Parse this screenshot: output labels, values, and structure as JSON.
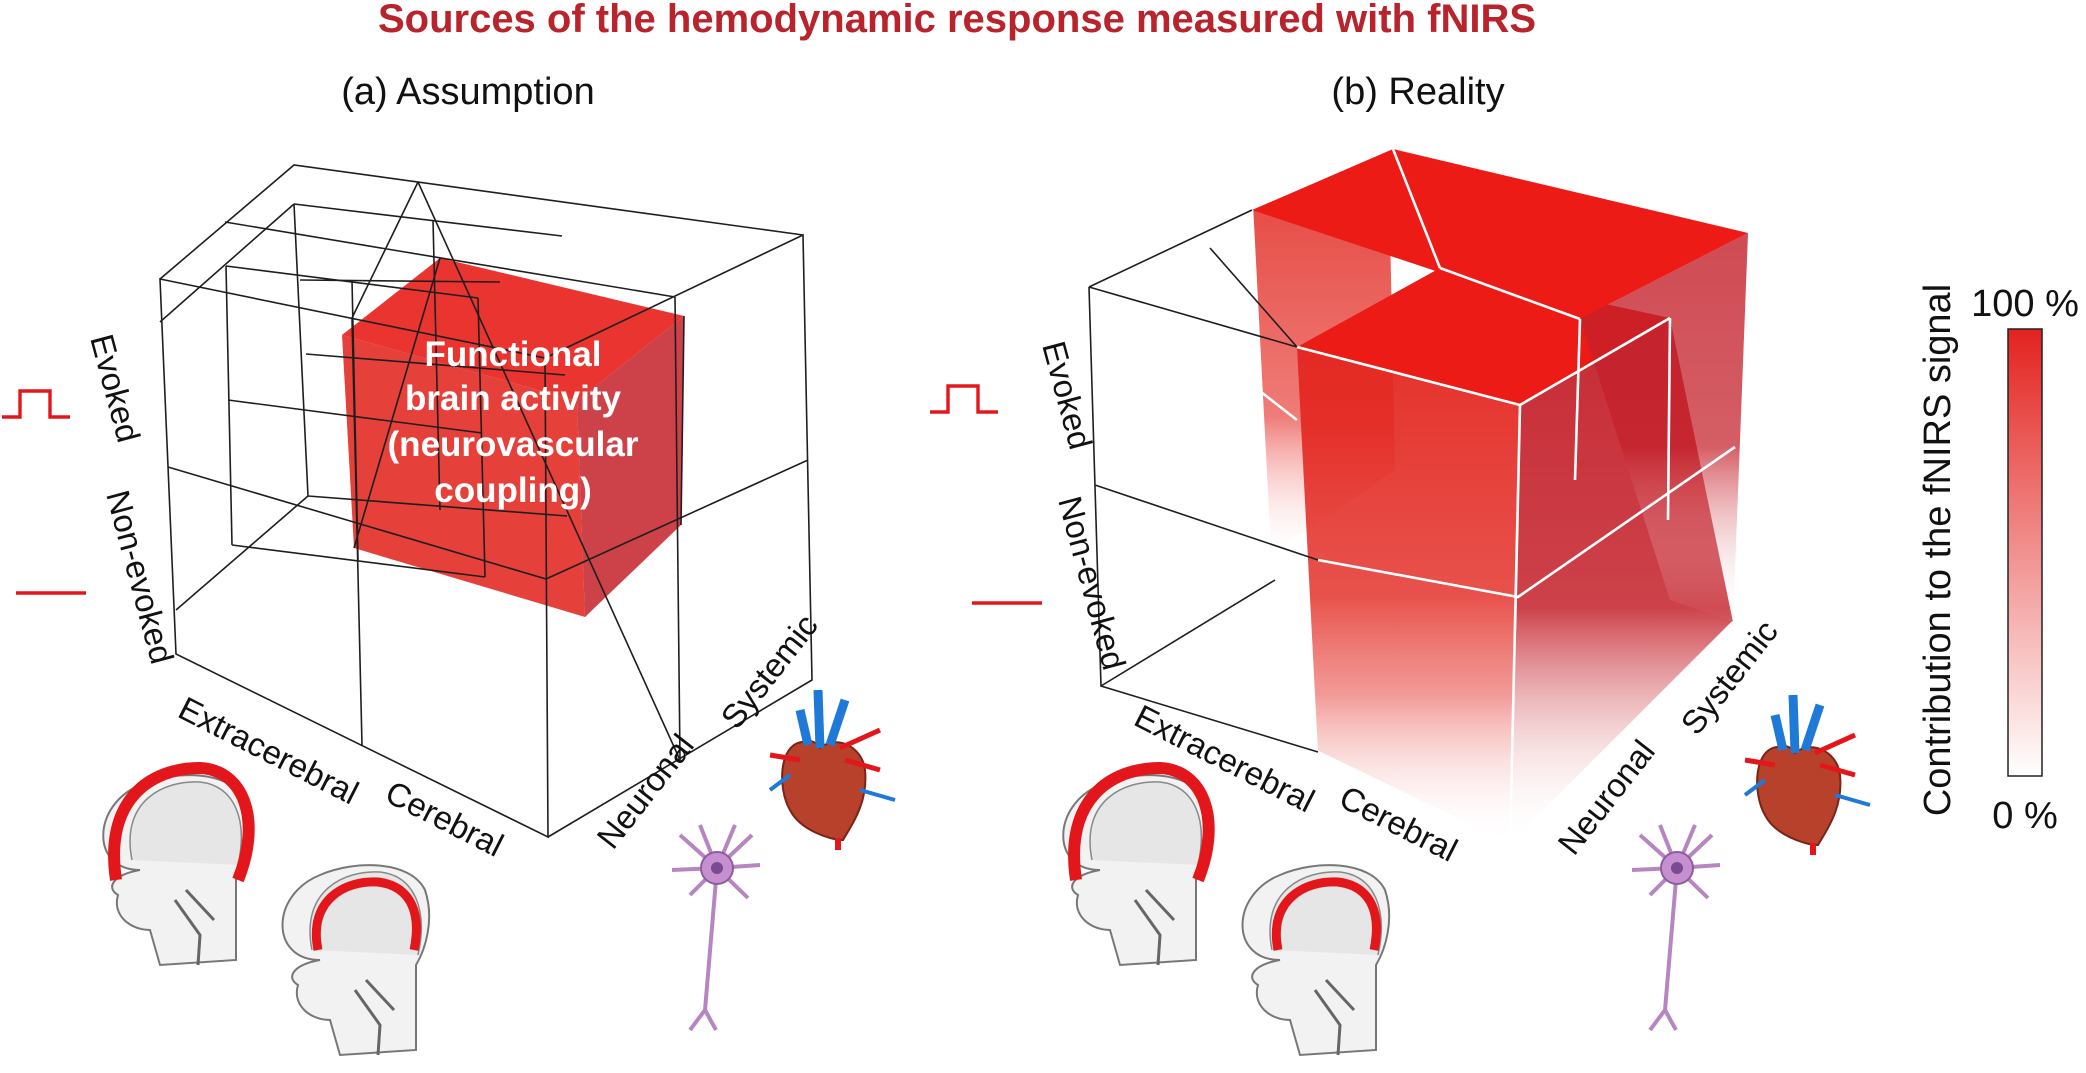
{
  "figure": {
    "title": "Sources of the  hemodynamic  response measured with  fNIRS",
    "panel_a": {
      "subtitle": "(a) Assumption",
      "cube_label_lines": [
        "Functional",
        "brain activity",
        "(neurovascular",
        "coupling)"
      ]
    },
    "panel_b": {
      "subtitle": "(b) Reality"
    },
    "axis_labels": {
      "evoked": "Evoked",
      "non_evoked": "Non-evoked",
      "extracerebral": "Extracerebral",
      "cerebral": "Cerebral",
      "neuronal": "Neuronal",
      "systemic": "Systemic"
    },
    "colorbar": {
      "label": "Contribution to the fNIRS signal",
      "max_label": "100 %",
      "min_label": "0 %"
    },
    "colors": {
      "title": "#b8232c",
      "red": "#e3161c",
      "cube_red": "#e8231e"
    }
  }
}
